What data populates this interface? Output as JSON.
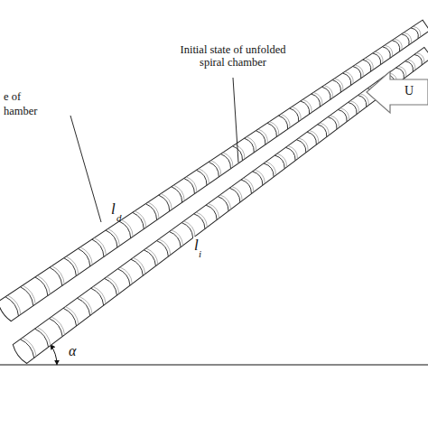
{
  "diagram": {
    "labels": [
      "Initial state of unfolded spiral chamber",
      "e of",
      "hamber",
      "l",
      "d",
      "l",
      "i",
      "U",
      "α"
    ]
  }
}
